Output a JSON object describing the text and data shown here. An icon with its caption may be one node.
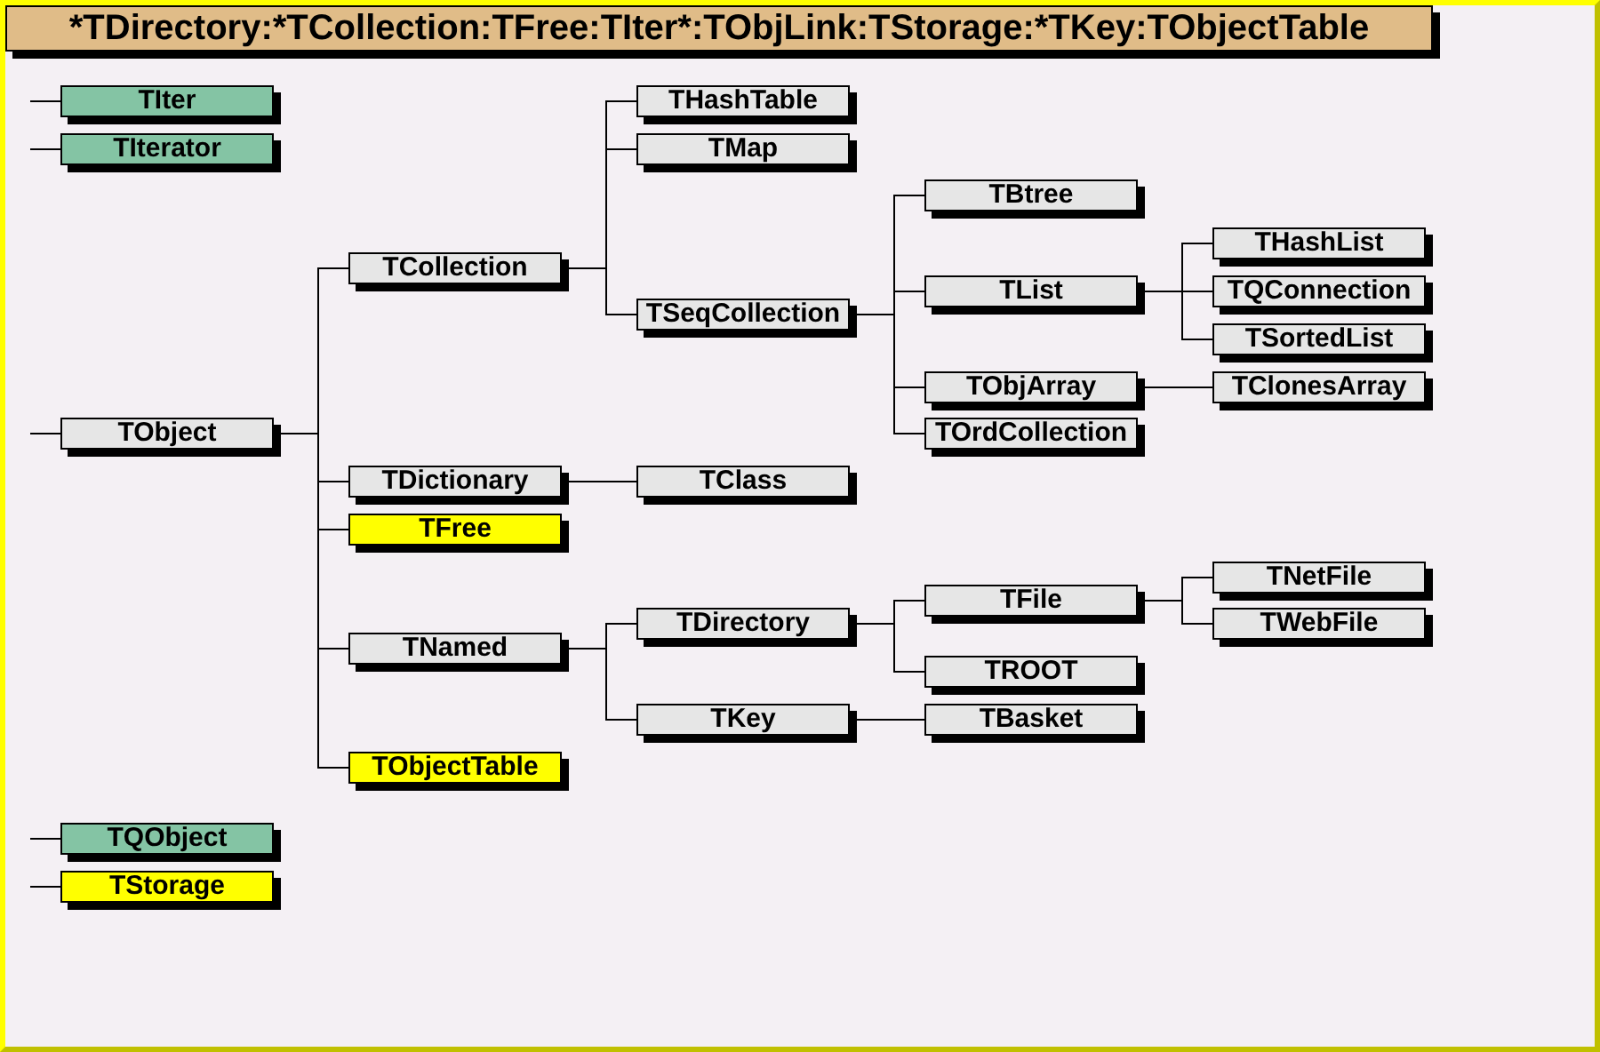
{
  "diagram": {
    "title": "*TDirectory:*TCollection:TFree:TIter*:TObjLink:TStorage:*TKey:TObjectTable",
    "nodes": [
      {
        "text": [
          "TIter"
        ]
      },
      {
        "text": [
          "TIterator"
        ]
      },
      {
        "text": [
          "TObject"
        ]
      },
      {
        "text": [
          "TCollection"
        ]
      },
      {
        "text": [
          "THashTable"
        ]
      },
      {
        "text": [
          "TMap"
        ]
      },
      {
        "text": [
          "TSeqCollection"
        ]
      },
      {
        "text": [
          "TBtree"
        ]
      },
      {
        "text": [
          "TList"
        ]
      },
      {
        "text": [
          "THashList"
        ]
      },
      {
        "text": [
          "TQConnection"
        ]
      },
      {
        "text": [
          "TSortedList"
        ]
      },
      {
        "text": [
          "TObjArray"
        ]
      },
      {
        "text": [
          "TClonesArray"
        ]
      },
      {
        "text": [
          "TOrdCollection"
        ]
      },
      {
        "text": [
          "TDictionary"
        ]
      },
      {
        "text": [
          "TClass"
        ]
      },
      {
        "text": [
          "TFree"
        ]
      },
      {
        "text": [
          "TNamed"
        ]
      },
      {
        "text": [
          "TDirectory"
        ]
      },
      {
        "text": [
          "TFile"
        ]
      },
      {
        "text": [
          "TNetFile"
        ]
      },
      {
        "text": [
          "TWebFile"
        ]
      },
      {
        "text": [
          "TROOT"
        ]
      },
      {
        "text": [
          "TKey"
        ]
      },
      {
        "text": [
          "TBasket"
        ]
      },
      {
        "text": [
          "TObjectTable"
        ]
      },
      {
        "text": [
          "TQObject"
        ]
      },
      {
        "text": [
          "TStorage"
        ]
      }
    ],
    "edges": [
      {
        "from": null,
        "to": 0,
        "arrow": "none"
      },
      {
        "from": null,
        "to": 1,
        "arrow": "none"
      },
      {
        "from": null,
        "to": 2,
        "arrow": "none"
      },
      {
        "from": null,
        "to": 27,
        "arrow": "none"
      },
      {
        "from": null,
        "to": 28,
        "arrow": "none"
      },
      {
        "from": 2,
        "to": 3,
        "arrow": "none"
      },
      {
        "from": 2,
        "to": 15,
        "arrow": "none"
      },
      {
        "from": 2,
        "to": 17,
        "arrow": "none"
      },
      {
        "from": 2,
        "to": 18,
        "arrow": "none"
      },
      {
        "from": 2,
        "to": 26,
        "arrow": "none"
      },
      {
        "from": 3,
        "to": 4,
        "arrow": "none"
      },
      {
        "from": 3,
        "to": 5,
        "arrow": "none"
      },
      {
        "from": 3,
        "to": 6,
        "arrow": "none"
      },
      {
        "from": 6,
        "to": 7,
        "arrow": "none"
      },
      {
        "from": 6,
        "to": 8,
        "arrow": "none"
      },
      {
        "from": 6,
        "to": 12,
        "arrow": "none"
      },
      {
        "from": 6,
        "to": 14,
        "arrow": "none"
      },
      {
        "from": 8,
        "to": 9,
        "arrow": "none"
      },
      {
        "from": 8,
        "to": 10,
        "arrow": "none"
      },
      {
        "from": 8,
        "to": 11,
        "arrow": "none"
      },
      {
        "from": 12,
        "to": 13,
        "arrow": "none"
      },
      {
        "from": 15,
        "to": 16,
        "arrow": "none"
      },
      {
        "from": 18,
        "to": 19,
        "arrow": "none"
      },
      {
        "from": 18,
        "to": 24,
        "arrow": "none"
      },
      {
        "from": 19,
        "to": 20,
        "arrow": "none"
      },
      {
        "from": 19,
        "to": 23,
        "arrow": "none"
      },
      {
        "from": 20,
        "to": 21,
        "arrow": "none"
      },
      {
        "from": 20,
        "to": 22,
        "arrow": "none"
      },
      {
        "from": 24,
        "to": 25,
        "arrow": "none"
      }
    ]
  }
}
